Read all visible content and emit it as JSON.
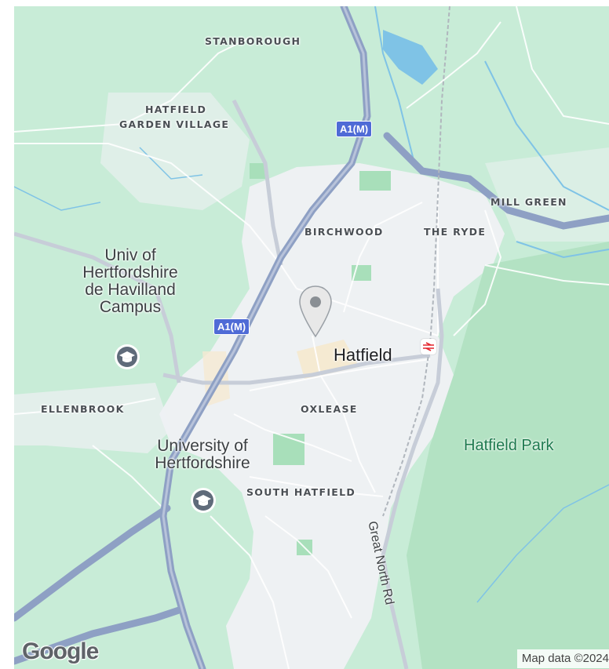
{
  "map": {
    "district_labels": {
      "stanborough": "STANBOROUGH",
      "hatfield_garden_village_1": "HATFIELD",
      "hatfield_garden_village_2": "GARDEN VILLAGE",
      "mill_green": "MILL GREEN",
      "birchwood": "BIRCHWOOD",
      "the_ryde": "THE RYDE",
      "ellenbrook": "ELLENBROOK",
      "oxlease": "OXLEASE",
      "south_hatfield": "SOUTH HATFIELD"
    },
    "town_label": "Hatfield",
    "park_label": "Hatfield Park",
    "poi": {
      "de_havilland_1": "Univ of",
      "de_havilland_2": "Hertfordshire",
      "de_havilland_3": "de Havilland",
      "de_havilland_4": "Campus",
      "university_1": "University of",
      "university_2": "Hertfordshire"
    },
    "road_shields": {
      "a1m_north": "A1(M)",
      "a1m_south": "A1(M)"
    },
    "road_name": "Great North Rd",
    "icons": [
      "location-pin-icon",
      "graduation-cap-icon",
      "rail-station-icon"
    ],
    "colors": {
      "land": "#c8ecd7",
      "urban": "#eef1f3",
      "park": "#a8dfba",
      "water": "#7fc3e6",
      "motorway": "#8ea0c4",
      "shield": "#4f6bd6"
    }
  },
  "footer": {
    "logo": "Google",
    "attribution": "Map data ©2024"
  }
}
